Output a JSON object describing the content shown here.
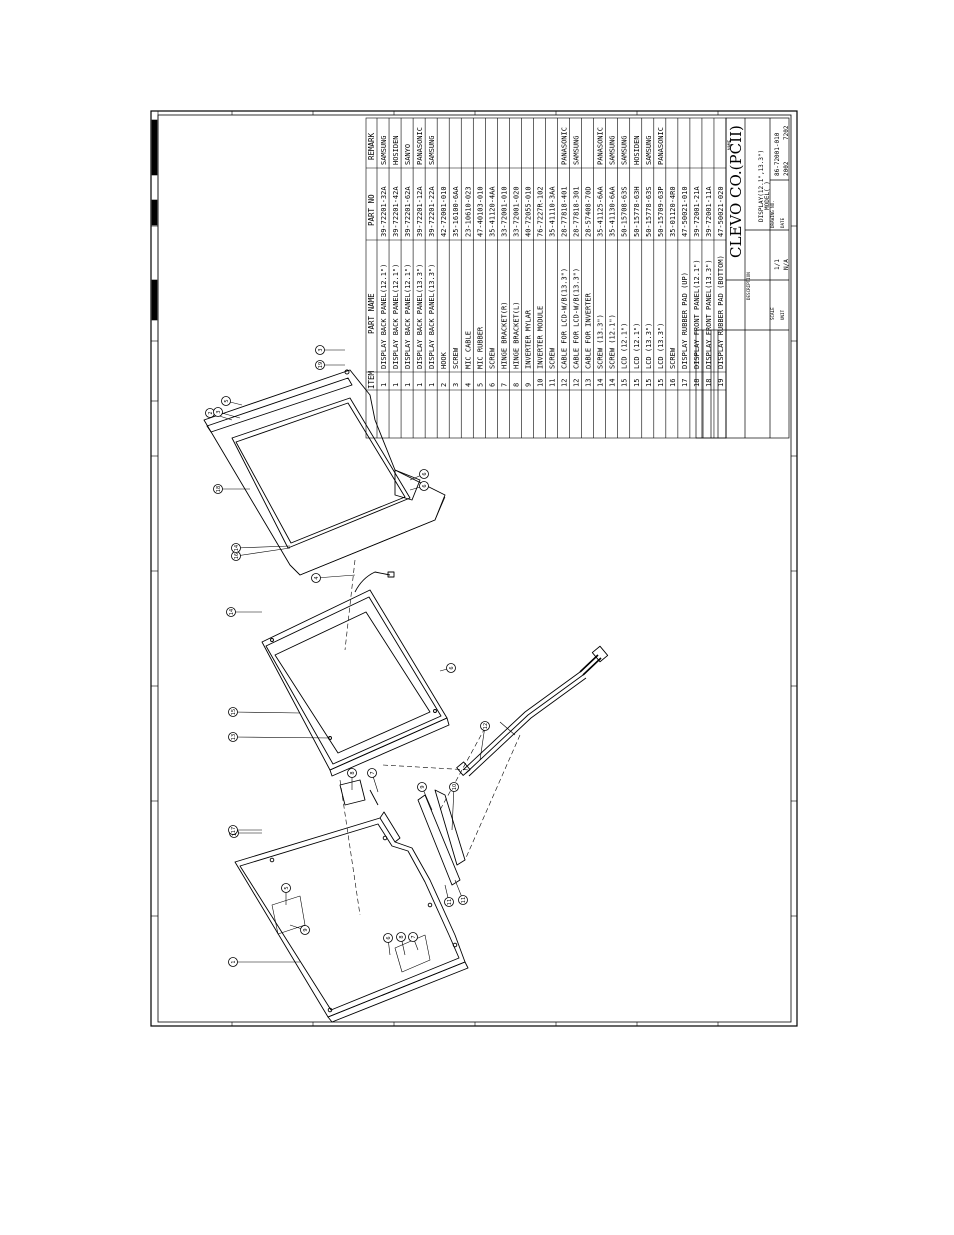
{
  "bom": {
    "headers": {
      "remark": "REMARK",
      "part_no": "PART NO",
      "part_name": "PART NAME",
      "item": "ITEM",
      "qty": ""
    },
    "rows": [
      {
        "item": "1",
        "name": "DISPLAY BACK PANEL(12.1\")",
        "part_no": "39-72201-32A",
        "remark": "SAMSUNG"
      },
      {
        "item": "1",
        "name": "DISPLAY BACK PANEL(12.1\")",
        "part_no": "39-72201-42A",
        "remark": "HOSIDEN"
      },
      {
        "item": "1",
        "name": "DISPLAY BACK PANEL(12.1\")",
        "part_no": "39-72201-62A",
        "remark": "SANYO"
      },
      {
        "item": "1",
        "name": "DISPLAY BACK PANEL(13.3\")",
        "part_no": "39-72201-12A",
        "remark": "PANASONIC"
      },
      {
        "item": "1",
        "name": "DISPLAY BACK PANEL(13.3\")",
        "part_no": "39-72201-22A",
        "remark": "SAMSUNG"
      },
      {
        "item": "2",
        "name": "HOOK",
        "part_no": "42-72001-010",
        "remark": ""
      },
      {
        "item": "3",
        "name": "SCREW",
        "part_no": "35-16100-6AA",
        "remark": ""
      },
      {
        "item": "4",
        "name": "MIC CABLE",
        "part_no": "23-10610-023",
        "remark": ""
      },
      {
        "item": "5",
        "name": "MIC RUBBER",
        "part_no": "47-40103-010",
        "remark": ""
      },
      {
        "item": "6",
        "name": "SCREW",
        "part_no": "35-41120-4AA",
        "remark": ""
      },
      {
        "item": "7",
        "name": "HINGE BRACKET(R)",
        "part_no": "33-72001-010",
        "remark": ""
      },
      {
        "item": "8",
        "name": "HINGE BRACKET(L)",
        "part_no": "33-72001-020",
        "remark": ""
      },
      {
        "item": "9",
        "name": "INVERTER MYLAR",
        "part_no": "40-72055-010",
        "remark": ""
      },
      {
        "item": "10",
        "name": "INVERTER MODULE",
        "part_no": "76-7227R-102",
        "remark": ""
      },
      {
        "item": "11",
        "name": "SCREW",
        "part_no": "35-41110-3AA",
        "remark": ""
      },
      {
        "item": "12",
        "name": "CABLE FOR LCD-W/B(13.3\")",
        "part_no": "28-77818-401",
        "remark": "PANASONIC"
      },
      {
        "item": "12",
        "name": "CABLE FOR LCD-W/B(13.3\")",
        "part_no": "28-77818-301",
        "remark": "SAMSUNG"
      },
      {
        "item": "13",
        "name": "CABLE FOR INVERTER",
        "part_no": "28-57408-70D",
        "remark": ""
      },
      {
        "item": "14",
        "name": "SCREW (13.3\")",
        "part_no": "35-41125-6AA",
        "remark": "PANASONIC"
      },
      {
        "item": "14",
        "name": "SCREW (12.1\")",
        "part_no": "35-41130-6AA",
        "remark": "SAMSUNG"
      },
      {
        "item": "15",
        "name": "LCD (12.1\")",
        "part_no": "50-15708-63S",
        "remark": "SAMSUNG"
      },
      {
        "item": "15",
        "name": "LCD (12.1\")",
        "part_no": "50-15778-63H",
        "remark": "HOSIDEN"
      },
      {
        "item": "15",
        "name": "LCD (13.3\")",
        "part_no": "50-15778-63S",
        "remark": "SAMSUNG"
      },
      {
        "item": "15",
        "name": "LCD (13.3\")",
        "part_no": "50-15709-63P",
        "remark": "PANASONIC"
      },
      {
        "item": "16",
        "name": "SCREW",
        "part_no": "35-01120-4R0",
        "remark": ""
      },
      {
        "item": "17",
        "name": "DISPLAY RUBBER PAD (UP)",
        "part_no": "47-50021-010",
        "remark": ""
      },
      {
        "item": "18",
        "name": "DISPLAY FRONT PANEL(12.1\")",
        "part_no": "39-72001-21A",
        "remark": ""
      },
      {
        "item": "18",
        "name": "DISPLAY FRONT PANEL(13.3\")",
        "part_no": "39-72001-11A",
        "remark": ""
      },
      {
        "item": "19",
        "name": "DISPLAY RUBBER PAD (BOTTOM)",
        "part_no": "47-50021-020",
        "remark": ""
      }
    ]
  },
  "title_block": {
    "company": "CLEVO  CO.(PCII)",
    "description": "DISPLAY(12.1\",13.3\")",
    "model": "MODEL(   )",
    "drawing_no": "86-72001-010",
    "scale": "1/1",
    "unit": "N/A",
    "date": "2002",
    "rev": "7202",
    "labels": {
      "name": "NAME",
      "description": "DESCRIPTION",
      "scale": "SCALE",
      "unit": "UNIT",
      "drawing_no": "DRAWING NO.",
      "date": "DATE"
    }
  },
  "balloons": [
    "1",
    "2",
    "3",
    "4",
    "5",
    "6",
    "7",
    "8",
    "9",
    "10",
    "11",
    "12",
    "13",
    "14",
    "15",
    "16",
    "17",
    "18",
    "19"
  ]
}
